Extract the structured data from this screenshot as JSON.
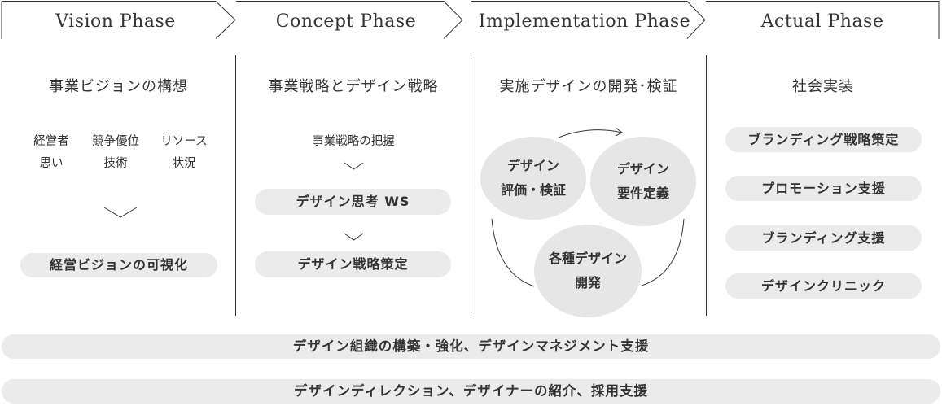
{
  "phases": [
    {
      "label": "Vision Phase"
    },
    {
      "label": "Concept Phase"
    },
    {
      "label": "Implementation Phase"
    },
    {
      "label": "Actual Phase"
    }
  ],
  "vision": {
    "title": "事業ビジョンの構想",
    "inputs": [
      {
        "line1": "経営者",
        "line2": "思い"
      },
      {
        "line1": "競争優位",
        "line2": "技術"
      },
      {
        "line1": "リソース",
        "line2": "状況"
      }
    ],
    "result": "経営ビジョンの可視化"
  },
  "concept": {
    "title": "事業戦略とデザイン戦略",
    "step1": "事業戦略の把握",
    "step2": "デザイン思考 WS",
    "step3": "デザイン戦略策定"
  },
  "implementation": {
    "title": "実施デザインの開発･検証",
    "cycle": [
      {
        "line1": "デザイン",
        "line2": "評価・検証"
      },
      {
        "line1": "デザイン",
        "line2": "要件定義"
      },
      {
        "line1": "各種デザイン",
        "line2": "開発"
      }
    ]
  },
  "actual": {
    "title": "社会実装",
    "items": [
      "ブランディング戦略策定",
      "プロモーション支援",
      "ブランディング支援",
      "デザインクリニック"
    ]
  },
  "bottom": {
    "bar1": "デザイン組織の構築・強化、デザインマネジメント支援",
    "bar2": "デザインディレクション、デザイナーの紹介、採用支援"
  }
}
